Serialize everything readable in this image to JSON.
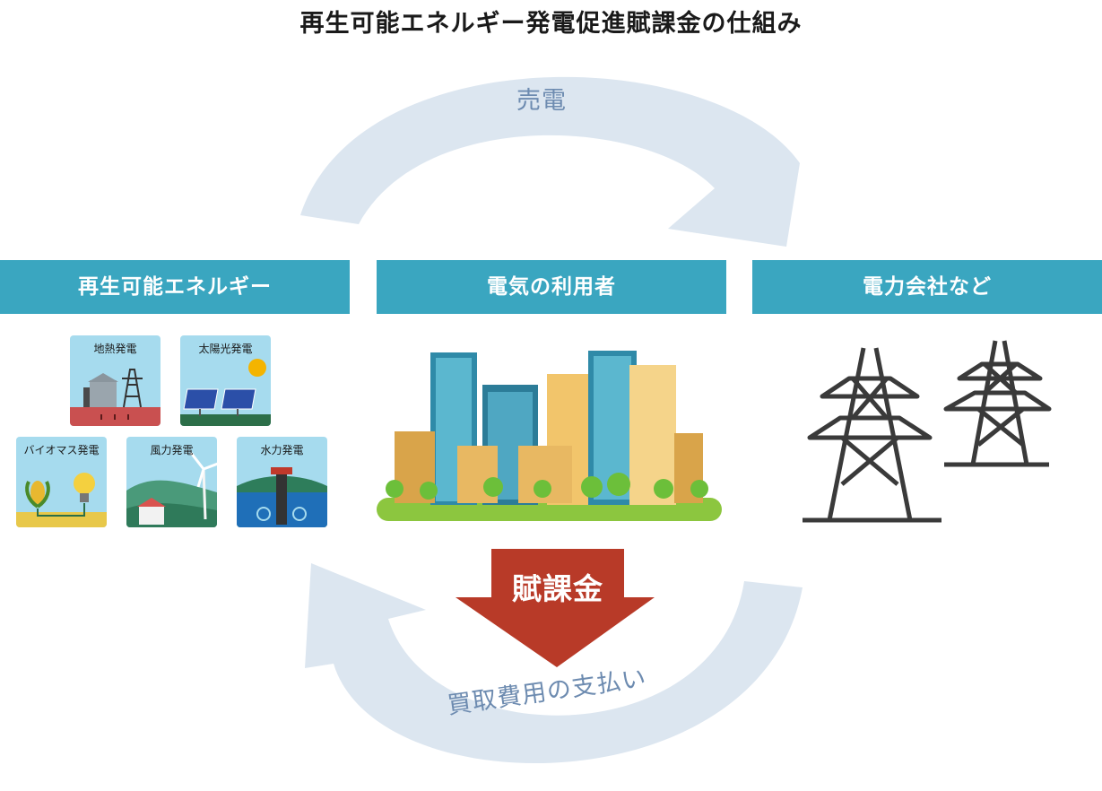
{
  "title": "再生可能エネルギー発電促進賦課金の仕組み",
  "arrows": {
    "top_label": "売電",
    "bottom_label": "買取費用の支払い",
    "levy_label": "賦課金"
  },
  "headers": {
    "renewable": "再生可能エネルギー",
    "users": "電気の利用者",
    "utilities": "電力会社など"
  },
  "renewable_sources": [
    {
      "label": "地熱発電",
      "icon": "geothermal-icon"
    },
    {
      "label": "太陽光発電",
      "icon": "solar-panel-icon"
    },
    {
      "label": "バイオマス発電",
      "icon": "biomass-icon"
    },
    {
      "label": "風力発電",
      "icon": "wind-turbine-icon"
    },
    {
      "label": "水力発電",
      "icon": "hydro-dam-icon"
    }
  ],
  "colors": {
    "header": "#3aa6c0",
    "arc": "#dce6f0",
    "arc_text": "#6d8bb0",
    "levy": "#b83a28"
  },
  "icons": {
    "city": "city-buildings-icon",
    "utility": "power-tower-icon"
  }
}
